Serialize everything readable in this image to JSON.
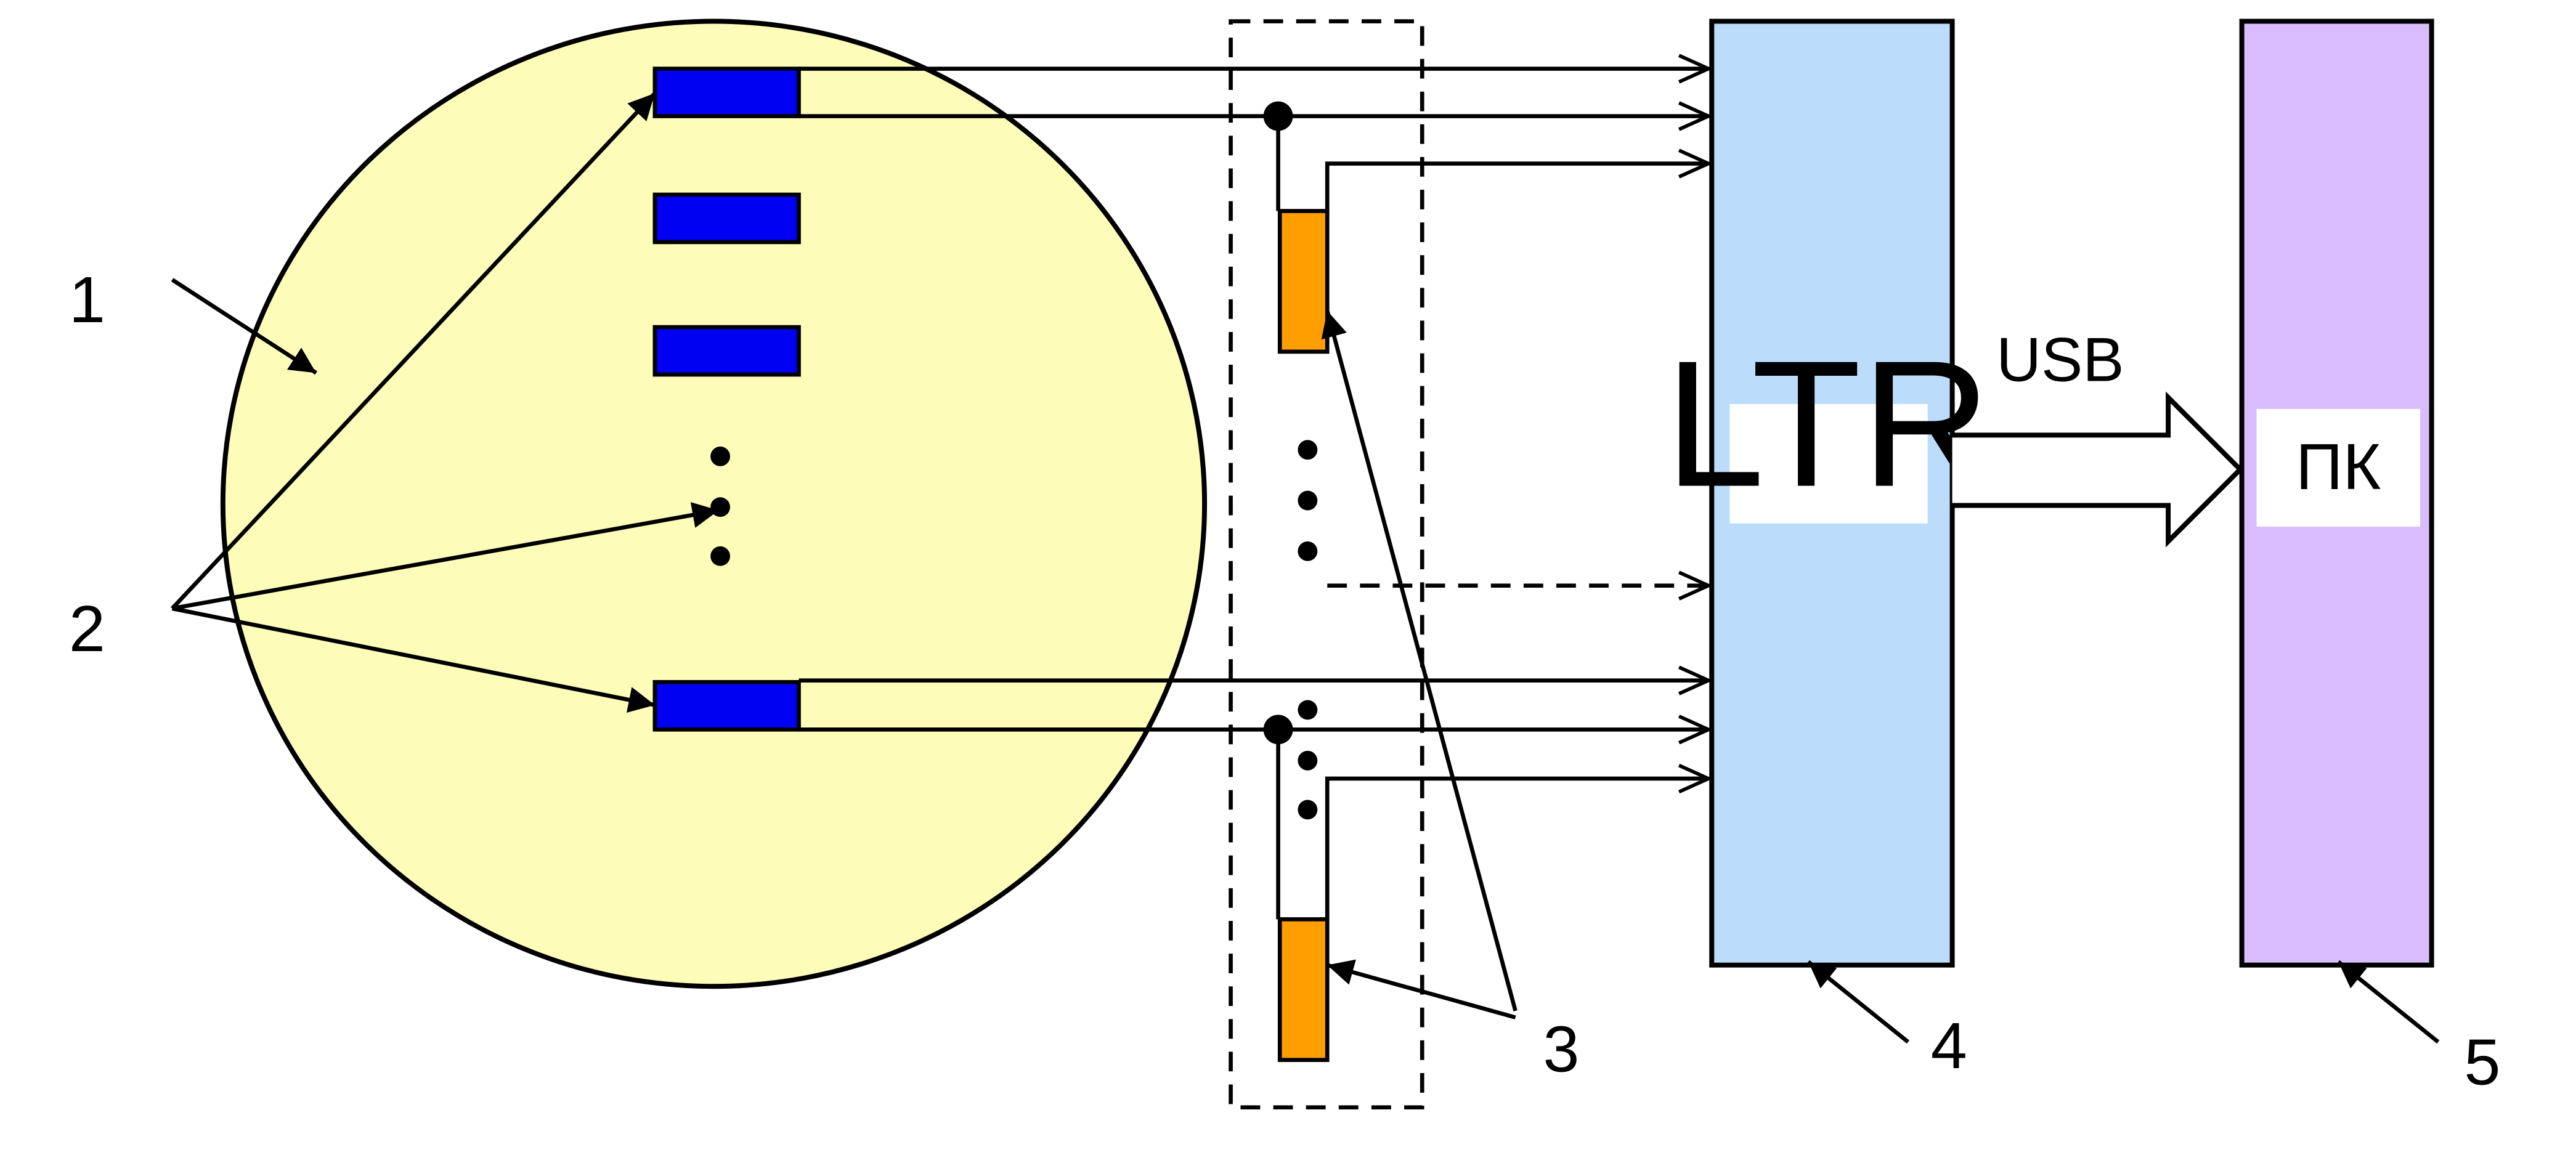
{
  "callouts": {
    "vessel": "1",
    "sensors": "2",
    "shunts": "3",
    "ltr_unit": "4",
    "pc_unit": "5"
  },
  "ltr": {
    "label": "LTR",
    "fill": "#bcdcfc"
  },
  "pc": {
    "label": "ПК",
    "fill": "#d9bcfc"
  },
  "link": {
    "label": "USB"
  },
  "colors": {
    "vessel_fill": "#fefcb9",
    "sensor_fill": "#0000f2",
    "shunt_fill": "#ff9e00",
    "stroke": "#000000"
  }
}
